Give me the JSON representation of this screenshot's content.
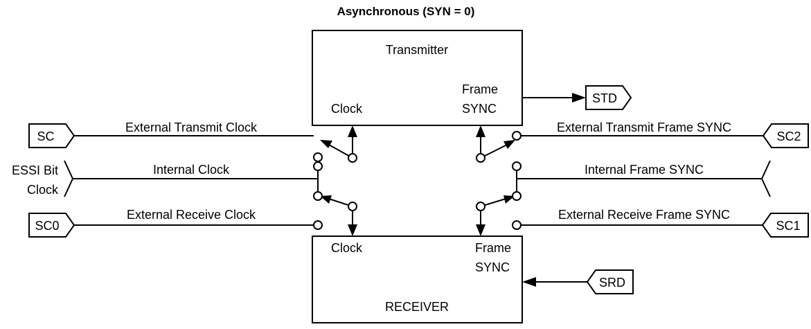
{
  "title": "Asynchronous (SYN = 0)",
  "transmitter": {
    "label": "Transmitter",
    "clock_label": "Clock",
    "frame_label_1": "Frame",
    "frame_label_2": "SYNC"
  },
  "receiver": {
    "label": "RECEIVER",
    "clock_label": "Clock",
    "frame_label_1": "Frame",
    "frame_label_2": "SYNC"
  },
  "pins": {
    "sc": "SC",
    "sc0": "SC0",
    "sc1": "SC1",
    "sc2": "SC2",
    "std": "STD",
    "srd": "SRD"
  },
  "essi_bit_clock": {
    "line1": "ESSI Bit",
    "line2": "Clock"
  },
  "lines": {
    "ext_tx_clock": "External Transmit Clock",
    "int_clock": "Internal Clock",
    "ext_rx_clock": "External Receive Clock",
    "ext_tx_frame_sync": "External Transmit Frame SYNC",
    "int_frame_sync": "Internal Frame SYNC",
    "ext_rx_frame_sync": "External Receive Frame SYNC"
  },
  "colors": {
    "stroke": "#000000",
    "background": "#ffffff"
  }
}
